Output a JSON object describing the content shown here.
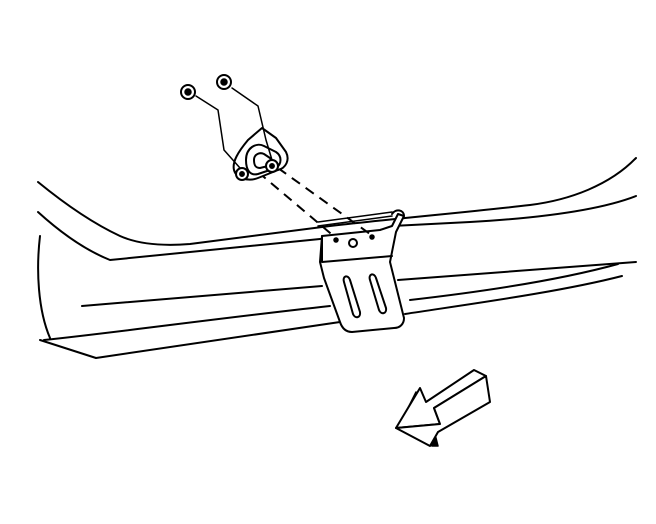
{
  "diagram": {
    "type": "technical-line-illustration",
    "subject": "bracket-and-bolts-mounting",
    "parts": [
      {
        "id": "bolt",
        "count": 2,
        "icon": "bolt-icon"
      },
      {
        "id": "upper-bracket",
        "count": 1,
        "icon": "bracket-icon"
      },
      {
        "id": "mounting-bracket-with-slots",
        "count": 1,
        "icon": "slotted-bracket-icon"
      },
      {
        "id": "vehicle-body-panel",
        "count": 1,
        "icon": "body-panel-icon"
      }
    ],
    "indicators": [
      {
        "id": "front-direction-arrow",
        "icon": "arrow-left-down-icon",
        "style": "3d-block-arrow"
      },
      {
        "id": "alignment-guides",
        "icon": "dashed-line-icon",
        "count": 2
      }
    ],
    "colors": {
      "line": "#000000",
      "background": "#ffffff"
    }
  }
}
